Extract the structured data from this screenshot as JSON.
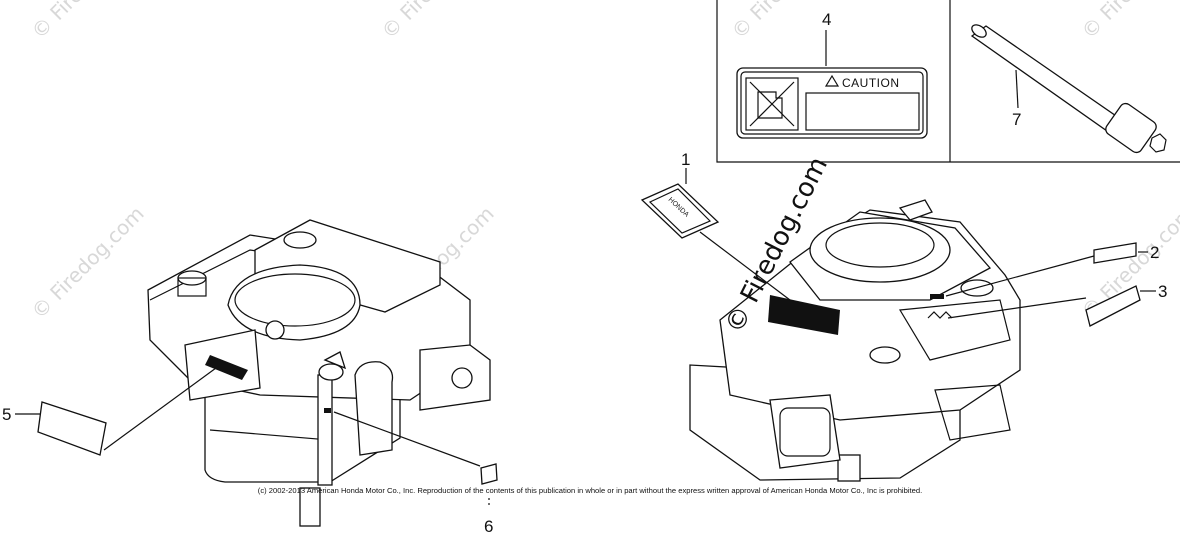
{
  "callouts": {
    "c1": "1",
    "c2": "2",
    "c3": "3",
    "c4": "4",
    "c5": "5",
    "c6": "6",
    "c7": "7"
  },
  "labels": {
    "honda_label_text": "HONDA",
    "caution_text": "CAUTION"
  },
  "watermark": {
    "text": "© Firedog.com",
    "center_text": "© Firedog.com"
  },
  "copyright": "(c) 2002-2013 American Honda Motor Co., Inc. Reproduction of the contents of this publication in whole or in part without the express written approval of American Honda Motor Co., Inc is prohibited."
}
